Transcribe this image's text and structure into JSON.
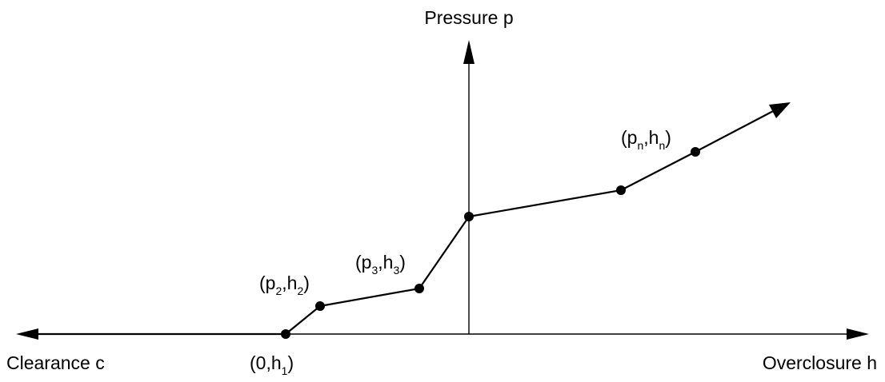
{
  "axes": {
    "vertical_label": "Pressure p",
    "positive_label": "Overclosure h",
    "negative_label": "Clearance c"
  },
  "points": [
    {
      "label_open": "(0,h",
      "sub": "1",
      "label_close": ")"
    },
    {
      "label_open": "(p",
      "sub_a": "2",
      "mid": ",h",
      "sub_b": "2",
      "label_close": ")"
    },
    {
      "label_open": "(p",
      "sub_a": "3",
      "mid": ",h",
      "sub_b": "3",
      "label_close": ")"
    },
    {
      "label_open": "(p",
      "sub_a": "n",
      "mid": ",h",
      "sub_b": "n",
      "label_close": ")"
    }
  ],
  "colors": {
    "line": "#000000",
    "background": "#ffffff"
  }
}
